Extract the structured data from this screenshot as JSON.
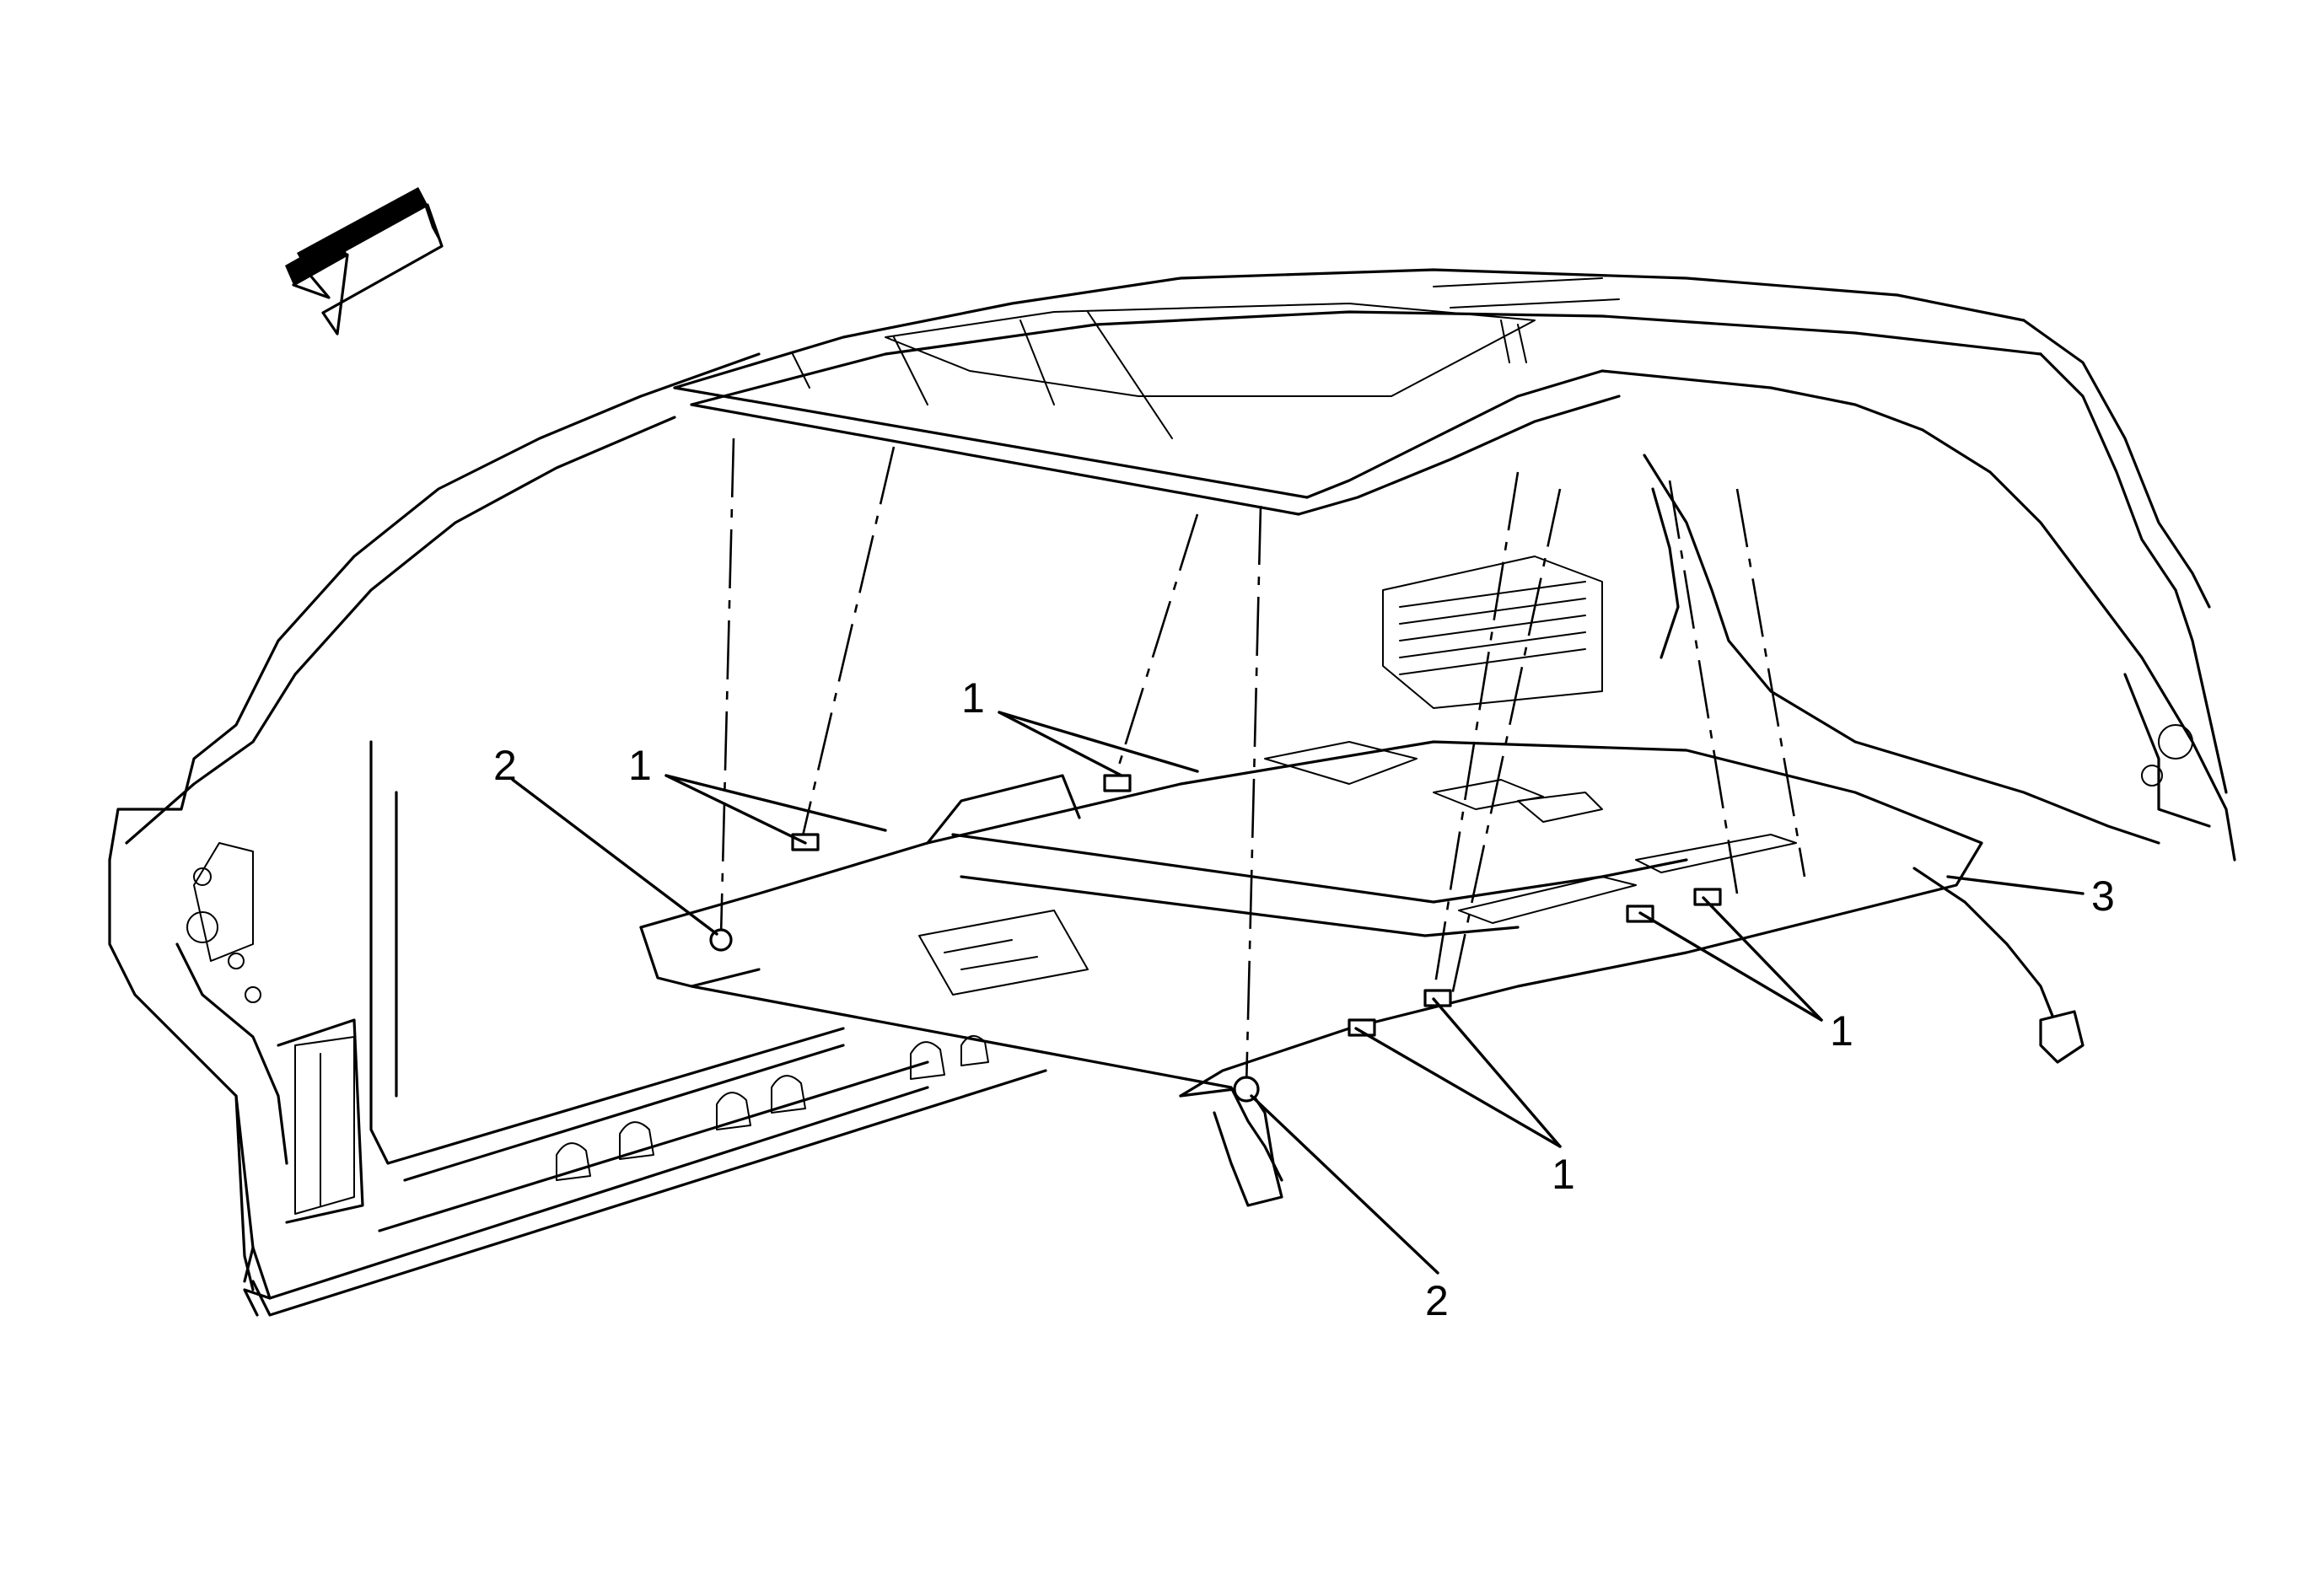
{
  "labels": {
    "one": "1",
    "two": "2",
    "three": "3"
  },
  "icons": {
    "direction": "front-direction-arrow-icon"
  }
}
